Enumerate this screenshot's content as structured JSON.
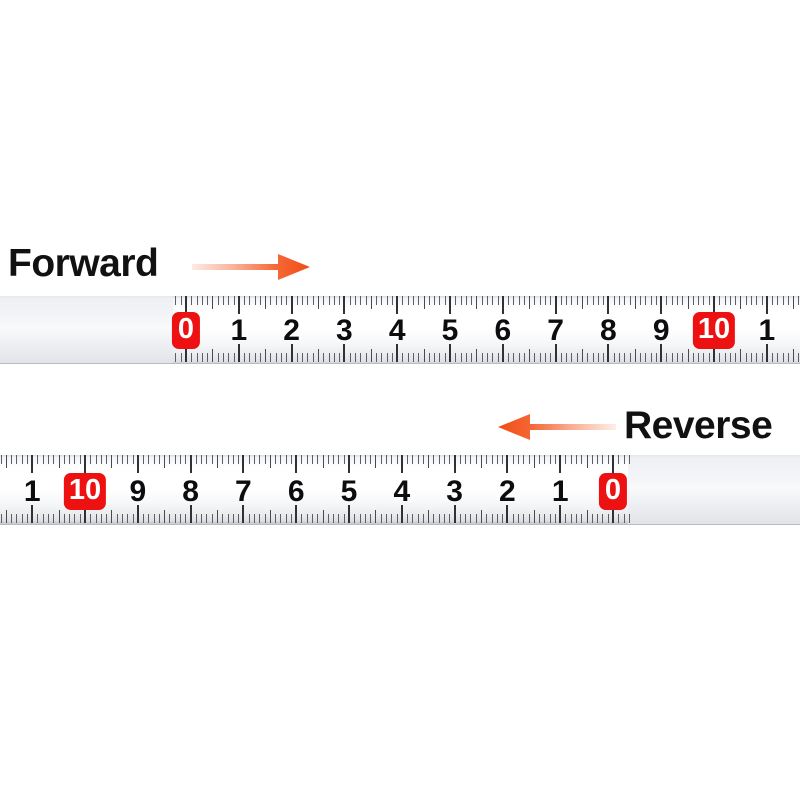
{
  "page": {
    "background_color": "#ffffff",
    "title": "Dual direction measuring tape illustration"
  },
  "colors": {
    "badge_red": "#ee1111",
    "arrow_orange": "#f4551d",
    "text_black": "#111111",
    "tape_white": "#ffffff",
    "tick_dark": "#2e3135",
    "blank_gray": "#f1f2f5"
  },
  "forward": {
    "label": "Forward",
    "arrow_name": "arrow-right",
    "arrow_direction": "right",
    "scale_start_value": 0,
    "scale_end_value": 11,
    "ticks_per_unit": 10,
    "numbers": [
      {
        "text": "0",
        "value": 0,
        "highlight": true
      },
      {
        "text": "1",
        "value": 1,
        "highlight": false
      },
      {
        "text": "2",
        "value": 2,
        "highlight": false
      },
      {
        "text": "3",
        "value": 3,
        "highlight": false
      },
      {
        "text": "4",
        "value": 4,
        "highlight": false
      },
      {
        "text": "5",
        "value": 5,
        "highlight": false
      },
      {
        "text": "6",
        "value": 6,
        "highlight": false
      },
      {
        "text": "7",
        "value": 7,
        "highlight": false
      },
      {
        "text": "8",
        "value": 8,
        "highlight": false
      },
      {
        "text": "9",
        "value": 9,
        "highlight": false
      },
      {
        "text": "10",
        "value": 10,
        "highlight": true
      },
      {
        "text": "1",
        "value": 11,
        "highlight": false
      }
    ]
  },
  "reverse": {
    "label": "Reverse",
    "arrow_name": "arrow-left",
    "arrow_direction": "left",
    "scale_start_value": 11,
    "scale_end_value": 0,
    "ticks_per_unit": 10,
    "numbers": [
      {
        "text": "1",
        "value": 11,
        "highlight": false
      },
      {
        "text": "10",
        "value": 10,
        "highlight": true
      },
      {
        "text": "9",
        "value": 9,
        "highlight": false
      },
      {
        "text": "8",
        "value": 8,
        "highlight": false
      },
      {
        "text": "7",
        "value": 7,
        "highlight": false
      },
      {
        "text": "6",
        "value": 6,
        "highlight": false
      },
      {
        "text": "5",
        "value": 5,
        "highlight": false
      },
      {
        "text": "4",
        "value": 4,
        "highlight": false
      },
      {
        "text": "3",
        "value": 3,
        "highlight": false
      },
      {
        "text": "2",
        "value": 2,
        "highlight": false
      },
      {
        "text": "1",
        "value": 1,
        "highlight": false
      },
      {
        "text": "0",
        "value": 0,
        "highlight": true
      }
    ]
  }
}
